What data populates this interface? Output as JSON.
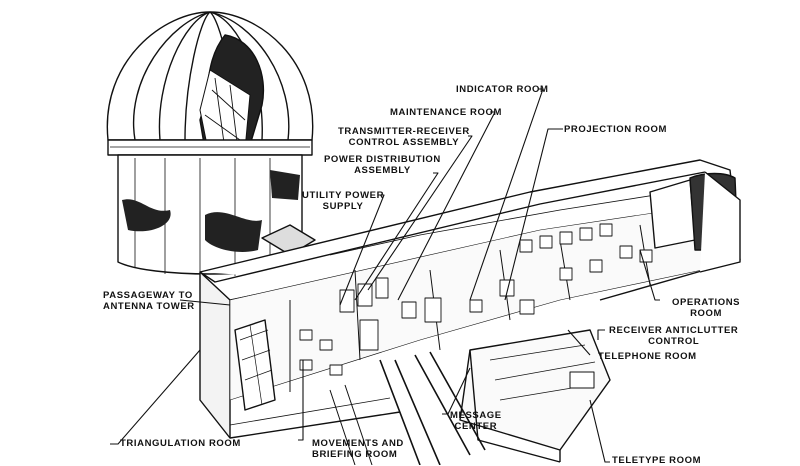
{
  "diagram": {
    "subject": "Cutaway view of a radar station with antenna dome and operations building",
    "ink_color": "#111111",
    "background_color": "#ffffff",
    "labels": {
      "indicator_room": "INDICATOR ROOM",
      "maintenance_room": "MAINTENANCE ROOM",
      "transmitter_receiver": "TRANSMITTER-RECEIVER\nCONTROL ASSEMBLY",
      "power_distribution": "POWER DISTRIBUTION\nASSEMBLY",
      "utility_power": "UTILITY POWER\nSUPPLY",
      "projection_room": "PROJECTION ROOM",
      "passageway": "PASSAGEWAY TO\nANTENNA TOWER",
      "operations_room": "OPERATIONS\nROOM",
      "receiver_anticlutter": "RECEIVER ANTICLUTTER\nCONTROL",
      "telephone_room": "TELEPHONE ROOM",
      "message_center": "MESSAGE\nCENTER",
      "triangulation_room": "TRIANGULATION ROOM",
      "movements_briefing": "MOVEMENTS AND\nBRIEFING ROOM",
      "teletype_room": "TELETYPE ROOM"
    }
  }
}
